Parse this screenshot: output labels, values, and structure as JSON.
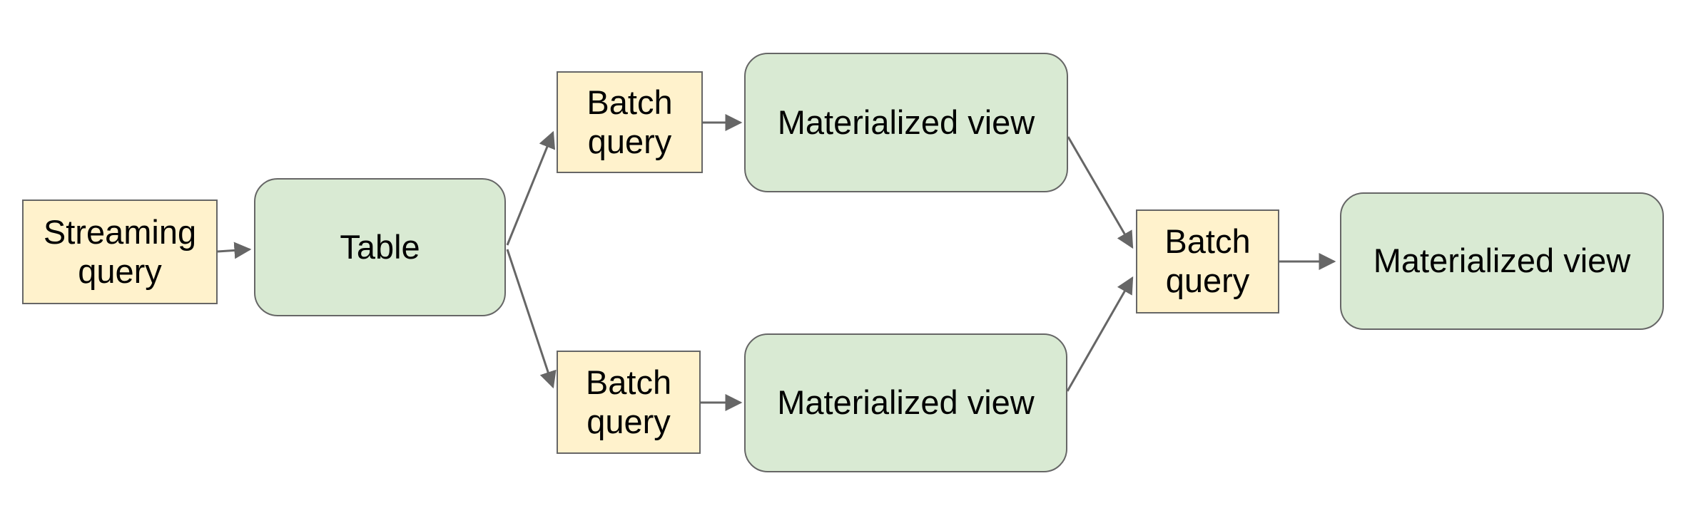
{
  "canvas": {
    "background": "#ffffff"
  },
  "colors": {
    "query_fill": "#fff2cc",
    "query_border": "#666666",
    "view_fill": "#d9ead3",
    "view_border": "#666666",
    "arrow": "#666666",
    "label_text": "#000000"
  },
  "nodes": [
    {
      "id": "streaming-query",
      "label": "Streaming query",
      "kind": "query"
    },
    {
      "id": "table",
      "label": "Table",
      "kind": "view"
    },
    {
      "id": "batch-query-top",
      "label": "Batch query",
      "kind": "query"
    },
    {
      "id": "materialized-view-top",
      "label": "Materialized view",
      "kind": "view"
    },
    {
      "id": "batch-query-bottom",
      "label": "Batch query",
      "kind": "query"
    },
    {
      "id": "materialized-view-bottom",
      "label": "Materialized view",
      "kind": "view"
    },
    {
      "id": "batch-query-right",
      "label": "Batch query",
      "kind": "query"
    },
    {
      "id": "materialized-view-final",
      "label": "Materialized view",
      "kind": "view"
    }
  ],
  "edges": [
    {
      "from": "streaming-query",
      "to": "table"
    },
    {
      "from": "table",
      "to": "batch-query-top"
    },
    {
      "from": "batch-query-top",
      "to": "materialized-view-top"
    },
    {
      "from": "table",
      "to": "batch-query-bottom"
    },
    {
      "from": "batch-query-bottom",
      "to": "materialized-view-bottom"
    },
    {
      "from": "materialized-view-top",
      "to": "batch-query-right"
    },
    {
      "from": "materialized-view-bottom",
      "to": "batch-query-right"
    },
    {
      "from": "batch-query-right",
      "to": "materialized-view-final"
    }
  ]
}
